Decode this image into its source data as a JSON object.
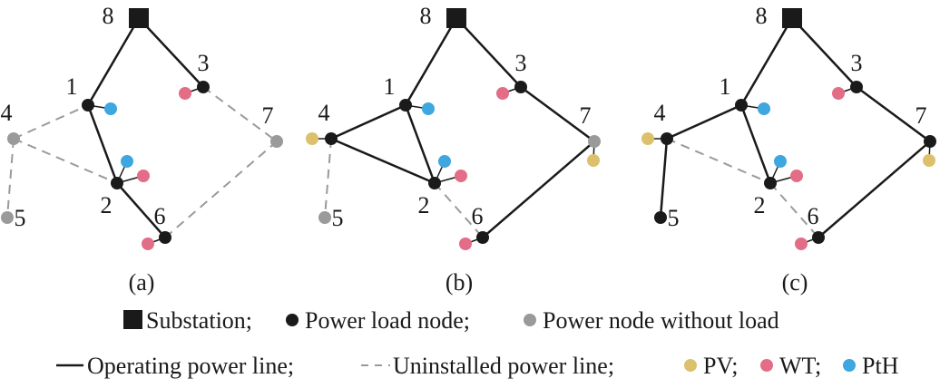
{
  "colors": {
    "load": "#1a1a1a",
    "no_load": "#9a9a9a",
    "pv": "#dcc06b",
    "wt": "#e36d86",
    "pth": "#3ea7df",
    "line": "#1a1a1a",
    "dashed": "#9a9a9a"
  },
  "panels": [
    {
      "label": "(a)",
      "node_labels": [
        "8",
        "3",
        "1",
        "4",
        "7",
        "2",
        "6",
        "5"
      ],
      "nodes": {
        "8": "substation",
        "3": "load",
        "1": "load",
        "4": "no_load",
        "7": "no_load",
        "2": "load",
        "6": "load",
        "5": "no_load"
      },
      "operating_lines": [
        [
          "8",
          "1"
        ],
        [
          "8",
          "3"
        ],
        [
          "1",
          "2"
        ],
        [
          "2",
          "6"
        ]
      ],
      "uninstalled_lines": [
        [
          "4",
          "1"
        ],
        [
          "4",
          "2"
        ],
        [
          "4",
          "5"
        ],
        [
          "3",
          "7"
        ],
        [
          "6",
          "7"
        ]
      ],
      "sources": [
        {
          "node": "1",
          "type": "pth"
        },
        {
          "node": "3",
          "type": "wt"
        },
        {
          "node": "2",
          "type": "pth"
        },
        {
          "node": "2",
          "type": "wt"
        },
        {
          "node": "6",
          "type": "wt"
        }
      ]
    },
    {
      "label": "(b)",
      "node_labels": [
        "8",
        "3",
        "1",
        "4",
        "7",
        "2",
        "6",
        "5"
      ],
      "nodes": {
        "8": "substation",
        "3": "load",
        "1": "load",
        "4": "load",
        "7": "no_load",
        "2": "load",
        "6": "load",
        "5": "no_load"
      },
      "operating_lines": [
        [
          "8",
          "1"
        ],
        [
          "8",
          "3"
        ],
        [
          "1",
          "2"
        ],
        [
          "1",
          "4"
        ],
        [
          "4",
          "2"
        ],
        [
          "3",
          "7"
        ],
        [
          "7",
          "6"
        ]
      ],
      "uninstalled_lines": [
        [
          "4",
          "5"
        ],
        [
          "2",
          "6"
        ]
      ],
      "sources": [
        {
          "node": "1",
          "type": "pth"
        },
        {
          "node": "3",
          "type": "wt"
        },
        {
          "node": "4",
          "type": "pv"
        },
        {
          "node": "7",
          "type": "pv"
        },
        {
          "node": "2",
          "type": "pth"
        },
        {
          "node": "2",
          "type": "wt"
        },
        {
          "node": "6",
          "type": "wt"
        }
      ]
    },
    {
      "label": "(c)",
      "node_labels": [
        "8",
        "3",
        "1",
        "4",
        "7",
        "2",
        "6",
        "5"
      ],
      "nodes": {
        "8": "substation",
        "3": "load",
        "1": "load",
        "4": "load",
        "7": "load",
        "2": "load",
        "6": "load",
        "5": "load"
      },
      "operating_lines": [
        [
          "8",
          "1"
        ],
        [
          "8",
          "3"
        ],
        [
          "1",
          "2"
        ],
        [
          "1",
          "4"
        ],
        [
          "4",
          "5"
        ],
        [
          "3",
          "7"
        ],
        [
          "7",
          "6"
        ]
      ],
      "uninstalled_lines": [
        [
          "4",
          "2"
        ],
        [
          "2",
          "6"
        ]
      ],
      "sources": [
        {
          "node": "1",
          "type": "pth"
        },
        {
          "node": "3",
          "type": "wt"
        },
        {
          "node": "4",
          "type": "pv"
        },
        {
          "node": "7",
          "type": "pv"
        },
        {
          "node": "2",
          "type": "pth"
        },
        {
          "node": "2",
          "type": "wt"
        },
        {
          "node": "6",
          "type": "wt"
        }
      ]
    }
  ],
  "legend": {
    "substation": "Substation;",
    "load": "Power load node;",
    "no_load": "Power node without load",
    "operating": "Operating power line;",
    "uninstalled": "Uninstalled power line;",
    "pv": "PV;",
    "wt": "WT;",
    "pth": "PtH"
  }
}
